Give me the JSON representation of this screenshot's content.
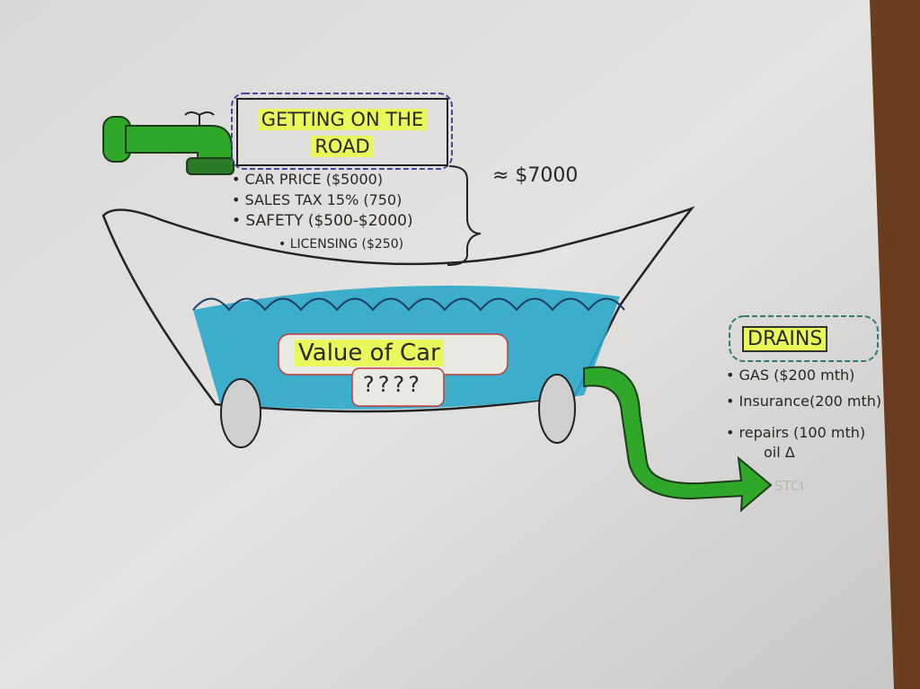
{
  "inflow": {
    "title_line1": "GETTING ON THE",
    "title_line2": "ROAD",
    "items": [
      "• CAR PRICE ($5000)",
      "• SALES TAX 15% (750)",
      "• SAFETY ($500-$2000)",
      "• LICENSING ($250)"
    ],
    "total": "≈ $7000"
  },
  "tub": {
    "label": "Value of Car",
    "unknown": "????"
  },
  "drains": {
    "title": "DRAINS",
    "items": [
      "• GAS ($200 mth)",
      "• Insurance(200 mth)",
      "• repairs (100 mth)"
    ],
    "sub_item": "oil Δ",
    "faded_note": "STCI"
  },
  "colors": {
    "faucet_green": "#2fa82a",
    "water_blue": "#2aa7c9",
    "highlighter": "#e9f75a",
    "ink": "#2a2624"
  }
}
